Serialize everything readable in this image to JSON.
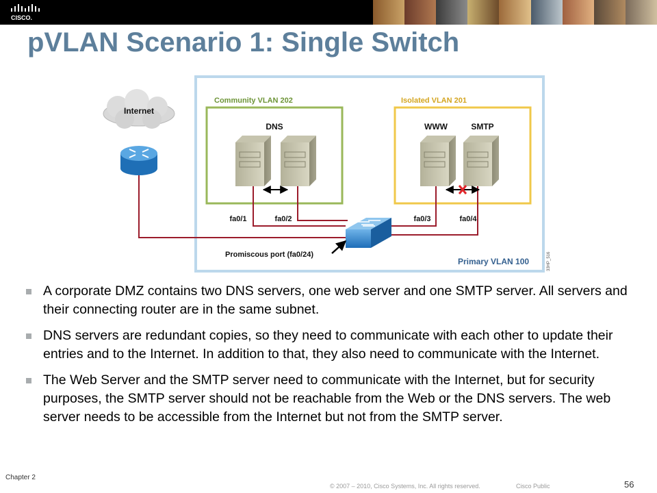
{
  "header": {
    "logo_text": "CISCO."
  },
  "slide": {
    "title": "pVLAN Scenario 1: Single Switch"
  },
  "diagram": {
    "cloud_label": "Internet",
    "community_vlan_label": "Community VLAN 202",
    "isolated_vlan_label": "Isolated VLAN 201",
    "dns_label": "DNS",
    "www_label": "WWW",
    "smtp_label": "SMTP",
    "port_fa01": "fa0/1",
    "port_fa02": "fa0/2",
    "port_fa03": "fa0/3",
    "port_fa04": "fa0/4",
    "promiscuous_label": "Promiscous port (fa0/24)",
    "primary_vlan_label": "Primary VLAN 100",
    "figure_code": "33HP_516",
    "colors": {
      "primary_vlan_border": "#bcd8ec",
      "community_border": "#9ab85a",
      "isolated_border": "#f0c84a",
      "link": "#9b1c2b",
      "title": "#5d7f9b",
      "label_text": "#34608f"
    }
  },
  "bullets": [
    " A corporate DMZ contains two DNS servers, one web server and one SMTP server. All servers and their connecting router are in the same subnet.",
    "DNS servers are redundant copies, so they need to communicate with each other to update their entries and to the Internet. In addition to that, they also need to communicate with the Internet.",
    "The Web Server and the SMTP server need to communicate with the Internet, but for security purposes, the SMTP server should not be reachable from the Web or the DNS servers. The web server needs to be accessible from the Internet but not from the SMTP server."
  ],
  "footer": {
    "chapter": "Chapter 2",
    "copyright": "© 2007 – 2010, Cisco Systems, Inc. All rights reserved.",
    "classification": "Cisco Public",
    "page_number": "56"
  }
}
